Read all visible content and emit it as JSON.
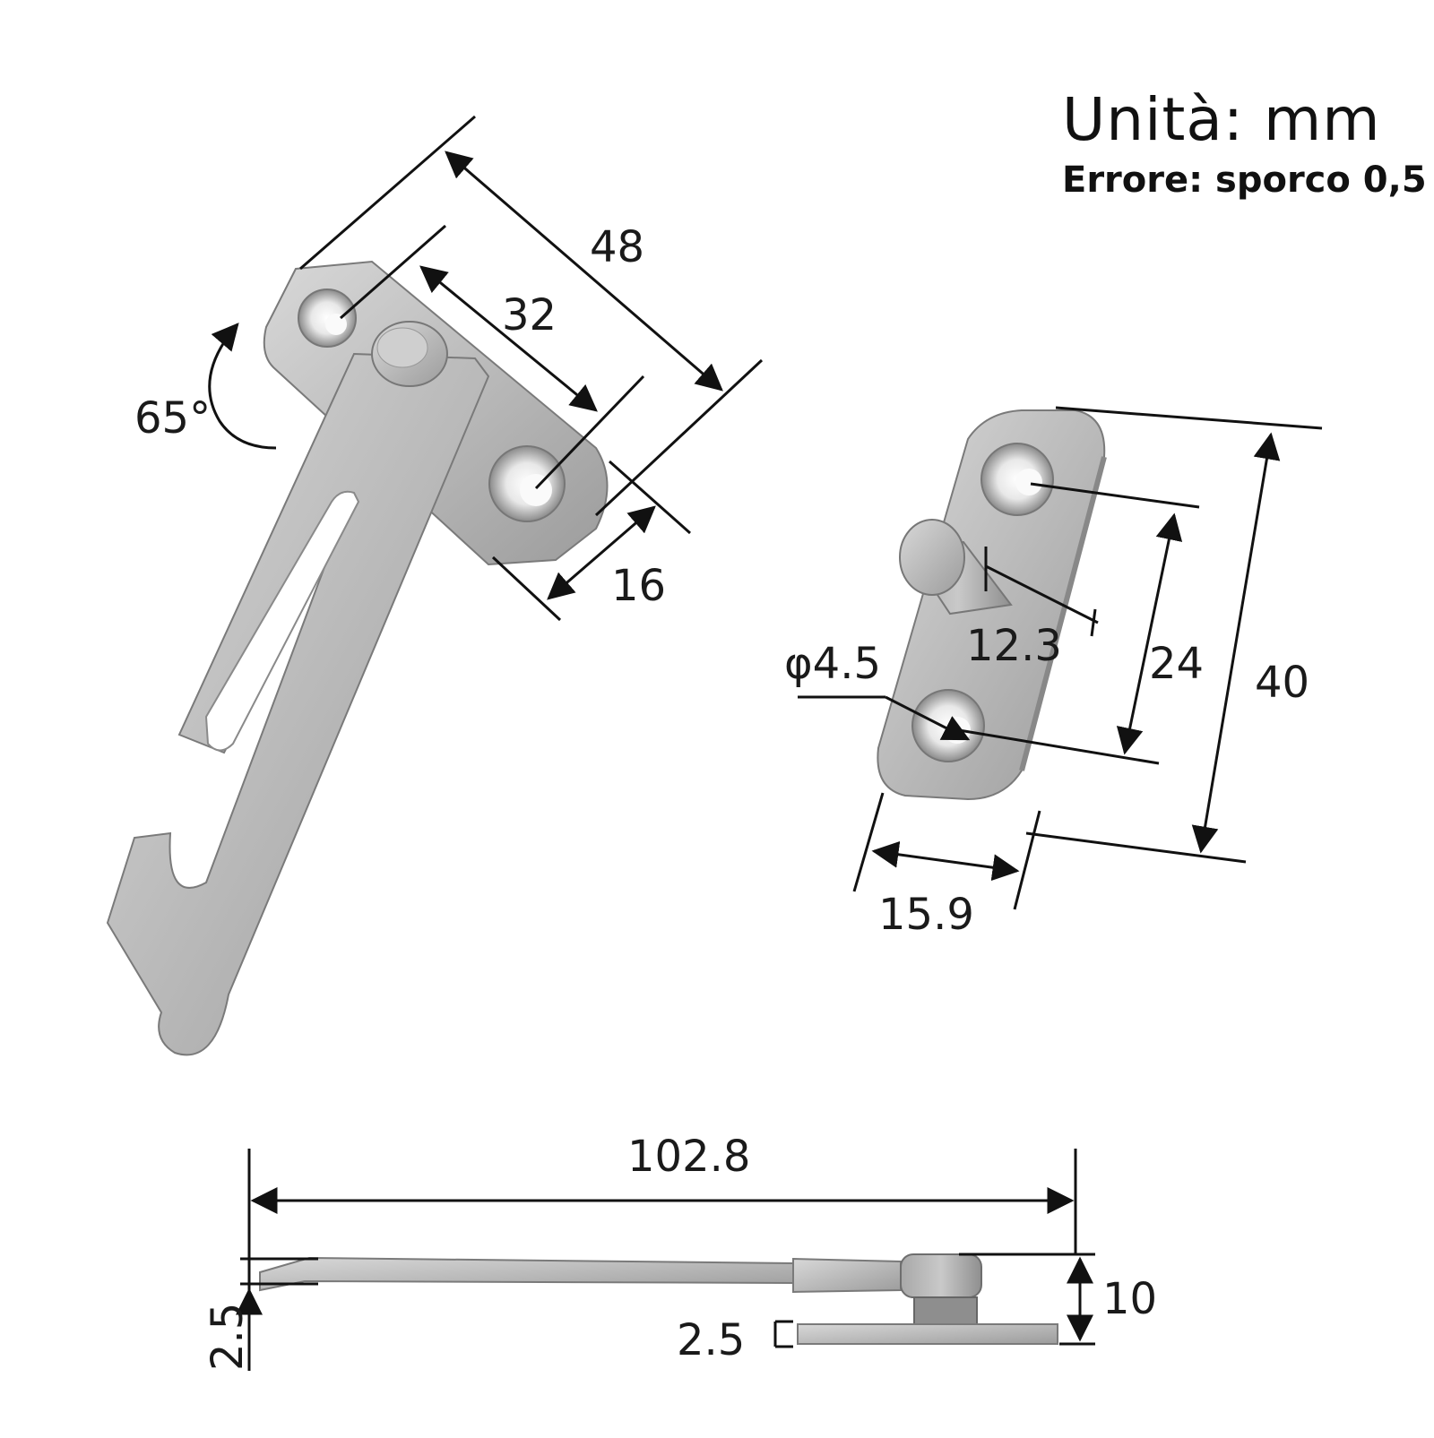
{
  "header": {
    "unit_label": "Unità: mm",
    "error_label": "Errore: sporco 0,5"
  },
  "dimensions": {
    "overall_48": "48",
    "hole_spacing_32": "32",
    "width_16": "16",
    "angle_65": "65°",
    "pin_offset_12_3": "12.3",
    "hole_diameter": "φ4.5",
    "hole_spacing_24": "24",
    "length_40": "40",
    "width_15_9": "15.9",
    "total_length_102_8": "102.8",
    "height_10": "10",
    "thickness_left_2_5": "2.5",
    "thickness_right_2_5": "2.5"
  }
}
